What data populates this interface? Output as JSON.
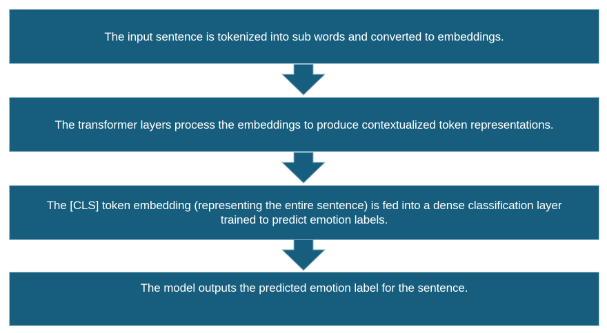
{
  "diagram": {
    "type": "flowchart",
    "direction": "top-down",
    "colors": {
      "box_fill": "#175E7E",
      "box_border": "#A9C6DA",
      "arrow_fill": "#175E7E",
      "arrow_outline": "#8FB3C9",
      "text": "#FFFFFF",
      "background": "#FFFFFF"
    },
    "steps": [
      {
        "text": "The input sentence is tokenized into sub words and converted to embeddings."
      },
      {
        "text": "The transformer layers process the embeddings to produce contextualized token representations."
      },
      {
        "text": "The [CLS] token embedding (representing the entire sentence) is fed into a dense classification layer\ntrained to predict emotion labels."
      },
      {
        "text": "The model outputs the predicted emotion label for the sentence."
      }
    ],
    "connector": "down-block-arrow"
  }
}
